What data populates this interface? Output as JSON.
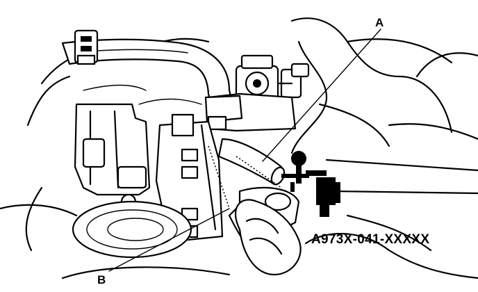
{
  "diagram": {
    "callouts": [
      {
        "id": "A",
        "label": "A"
      },
      {
        "id": "B",
        "label": "B"
      }
    ],
    "part_number": "A973X-041-XXXXX"
  }
}
